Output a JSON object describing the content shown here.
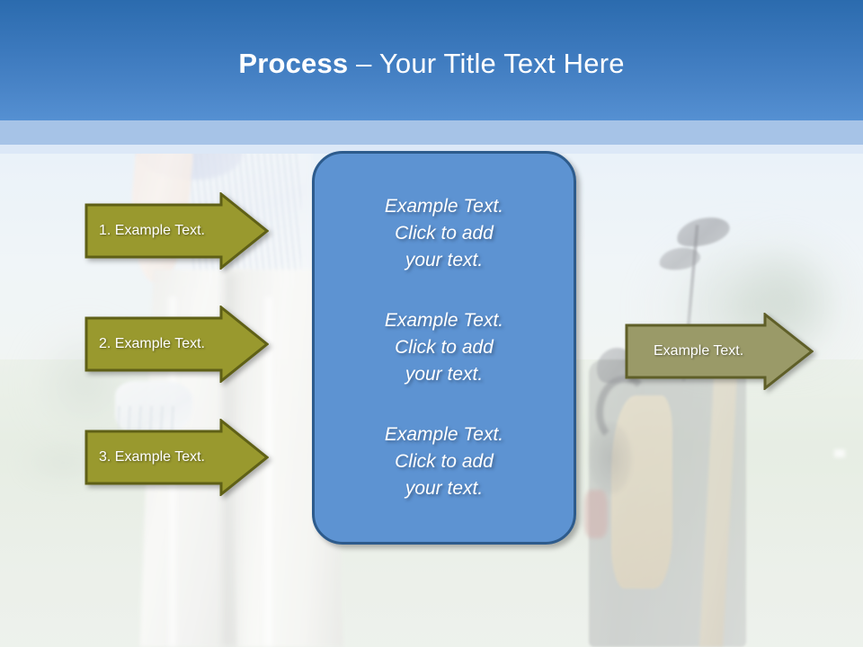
{
  "slide": {
    "title_bold": "Process",
    "title_rest": " – Your Title Text Here"
  },
  "colors": {
    "header_blue_top": "#2b6bae",
    "header_blue_bottom": "#5590d2",
    "header_stripe_mid": "#a6c3e7",
    "header_stripe_pale": "#dce8f7",
    "arrow_olive_fill": "#99992e",
    "arrow_olive_border": "#5f6016",
    "arrow_right_fill": "#9a9a68",
    "arrow_right_border": "#5f5f28",
    "center_box_fill": "#5d93d2",
    "center_box_border": "#2d5b8c",
    "text_white": "#ffffff"
  },
  "left_arrows": [
    {
      "label": "1. Example Text."
    },
    {
      "label": "2. Example Text."
    },
    {
      "label": "3. Example Text."
    }
  ],
  "right_arrows": [
    {
      "label": "Example Text."
    }
  ],
  "center_box": {
    "blocks": [
      {
        "line1": "Example Text.",
        "line2": "Click  to add",
        "line3": "your text."
      },
      {
        "line1": "Example Text.",
        "line2": "Click  to add",
        "line3": "your text."
      },
      {
        "line1": "Example Text.",
        "line2": "Click  to add",
        "line3": "your text."
      }
    ]
  },
  "background": {
    "scene": "golf-course-photo",
    "elements": [
      "golfer-arm",
      "golfer-trousers",
      "golf-glove",
      "golf-bag",
      "golf-clubs",
      "blurred-trees",
      "fairway-grass",
      "sky"
    ]
  }
}
